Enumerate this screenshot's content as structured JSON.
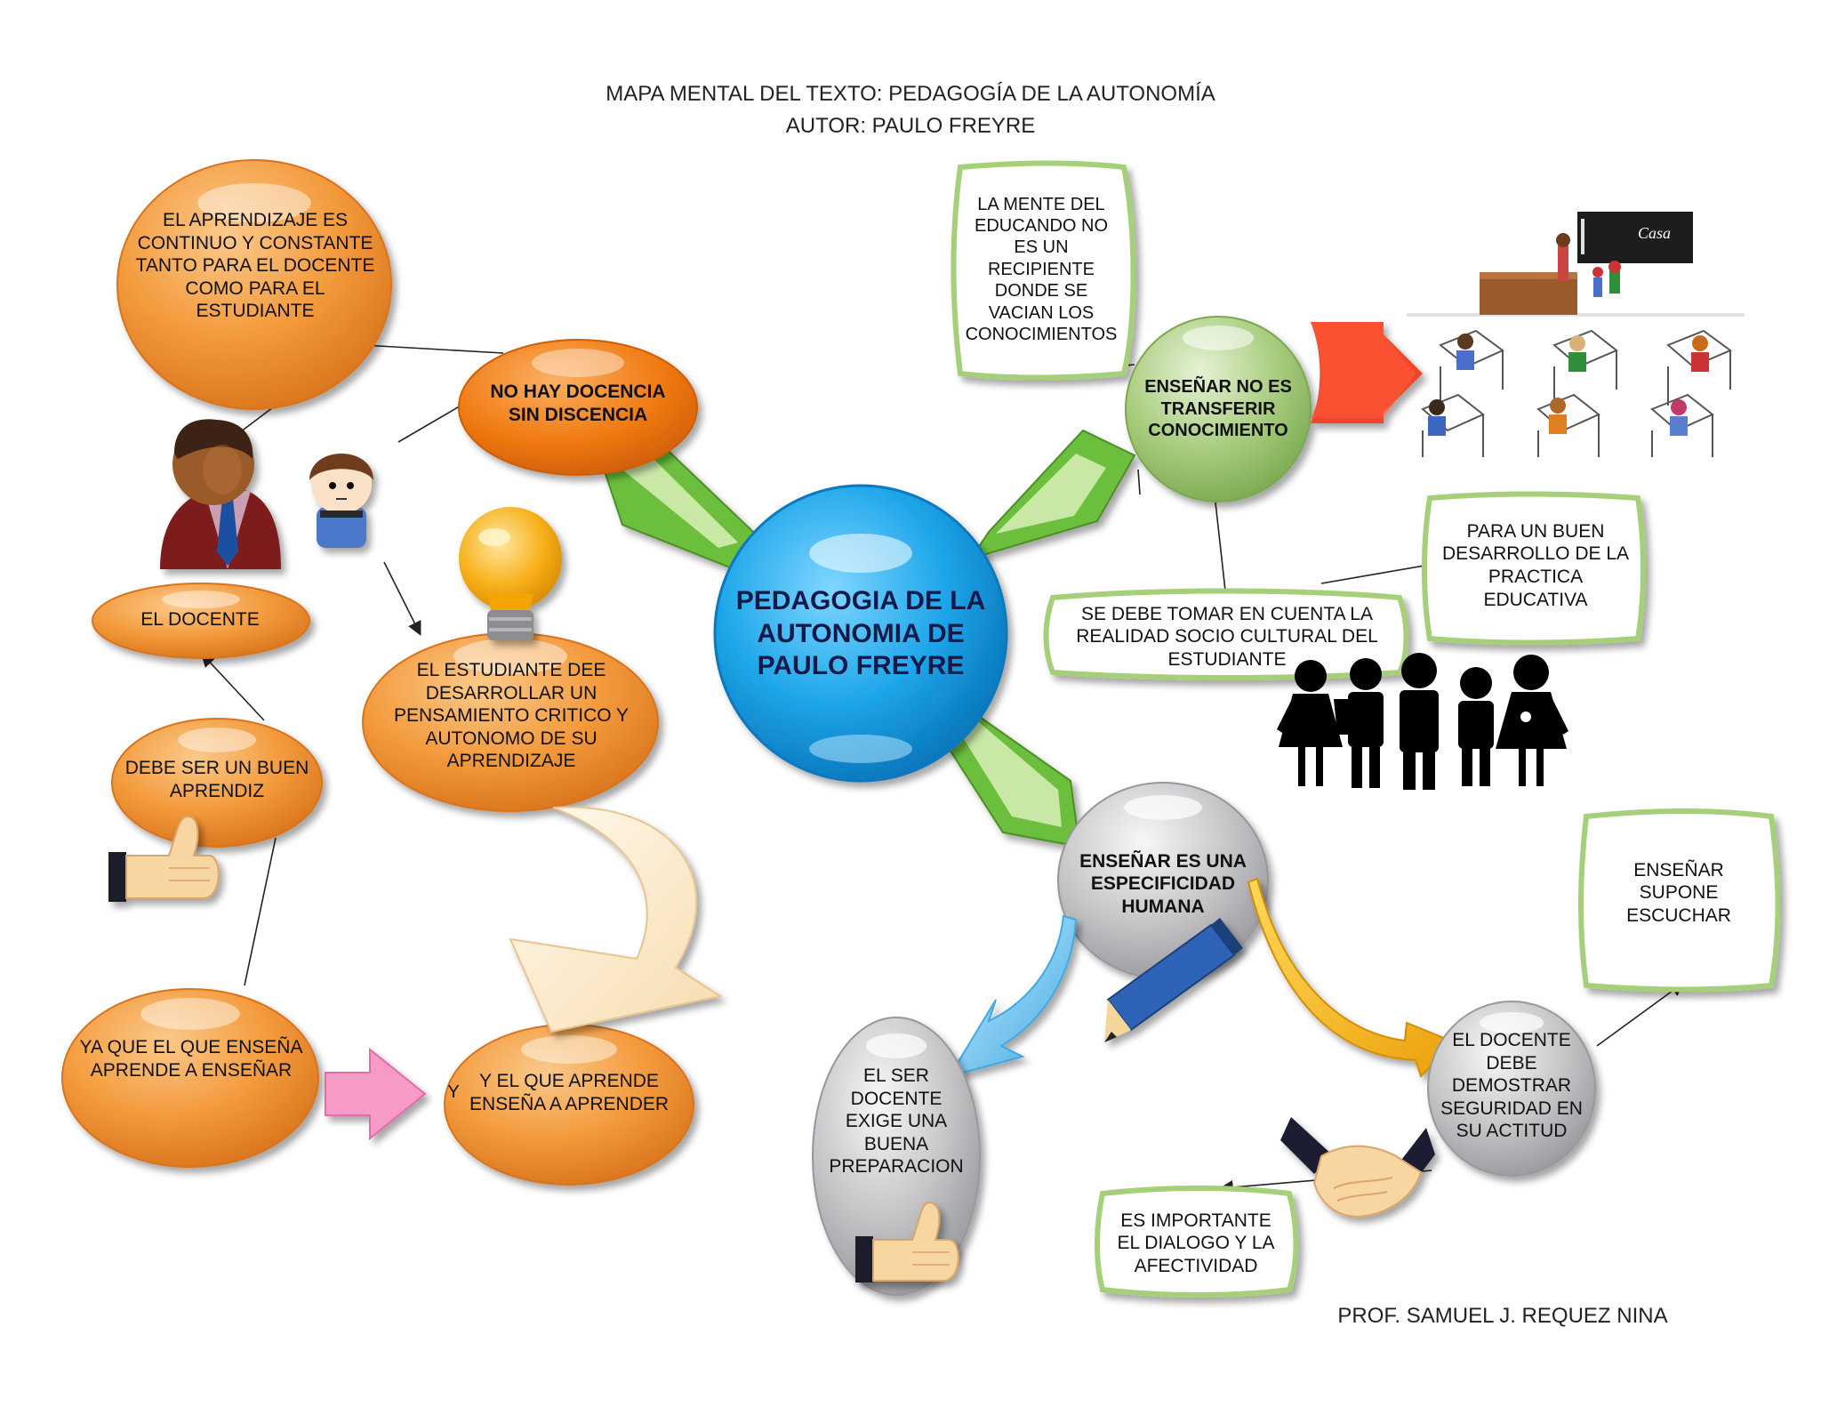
{
  "header": {
    "title_line1": "MAPA MENTAL DEL TEXTO: PEDAGOGÍA DE LA AUTONOMÍA",
    "title_line2": "AUTOR: PAULO FREYRE"
  },
  "footer": {
    "author": "PROF. SAMUEL J. REQUEZ NINA"
  },
  "center": {
    "label": "PEDAGOGIA DE LA\nAUTONOMIA DE\nPAULO FREYRE"
  },
  "left_branch": {
    "main": "NO HAY DOCENCIA\nSIN DISCENCIA",
    "aprendizaje": "EL APRENDIZAJE ES\nCONTINUO Y CONSTANTE\nTANTO  PARA EL DOCENTE\nCOMO PARA EL\nESTUDIANTE",
    "docente": "EL DOCENTE",
    "estudiante": "EL ESTUDIANTE DEE\nDESARROLLAR UN\nPENSAMIENTO CRITICO Y\nAUTONOMO DE SU\nAPRENDIZAJE",
    "aprendiz": "DEBE SER UN BUEN\nAPRENDIZ",
    "ensena": "YA QUE EL QUE ENSEÑA\nAPRENDE A ENSEÑAR",
    "connector": "Y",
    "aprende": "Y EL QUE APRENDE\nENSEÑA A APRENDER"
  },
  "top_right_branch": {
    "main": "ENSEÑAR NO ES\nTRANSFERIR\nCONOCIMIENTO",
    "mente": "LA MENTE DEL\nEDUCANDO NO\nES UN\nRECIPIENTE\nDONDE SE\nVACIAN LOS\nCONOCIMIENTOS",
    "realidad": "SE DEBE TOMAR EN CUENTA LA\nREALIDAD SOCIO CULTURAL DEL\nESTUDIANTE",
    "practica": "PARA UN BUEN\nDESARROLLO DE LA\nPRACTICA\nEDUCATIVA",
    "blackboard_word": "Casa"
  },
  "bottom_right_branch": {
    "main": "ENSEÑAR ES UNA\nESPECIFICIDAD\nHUMANA",
    "preparacion": "EL SER\nDOCENTE\nEXIGE UNA\nBUENA\nPREPARACION",
    "seguridad": "EL DOCENTE\nDEBE\nDEMOSTRAR\nSEGURIDAD EN\nSU ACTITUD",
    "escuchar": "ENSEÑAR\nSUPONE\nESCUCHAR",
    "dialogo": "ES IMPORTANTE\nEL DIALOGO Y LA\nAFECTIVIDAD"
  },
  "colors": {
    "orange_bubble": "#f39a3c",
    "orange_dark": "#f07a12",
    "blue_center": "#1ea6ea",
    "green_box_border": "#a6cf7a",
    "green_bubble": "#a9cd7f",
    "gray_bubble": "#c6c6c9",
    "pointer_green": "#6cbf3c",
    "red_arrow": "#f0442a",
    "pink_arrow": "#f69ac7",
    "blue_arrow": "#4fb4e6",
    "yellow_arrow": "#f2b21d"
  },
  "icons": [
    "teacher-icon",
    "student-icon",
    "lightbulb-icon",
    "thumbs-up-icon",
    "pencil-icon",
    "handshake-icon",
    "children-silhouette-icon",
    "classroom-icon"
  ]
}
